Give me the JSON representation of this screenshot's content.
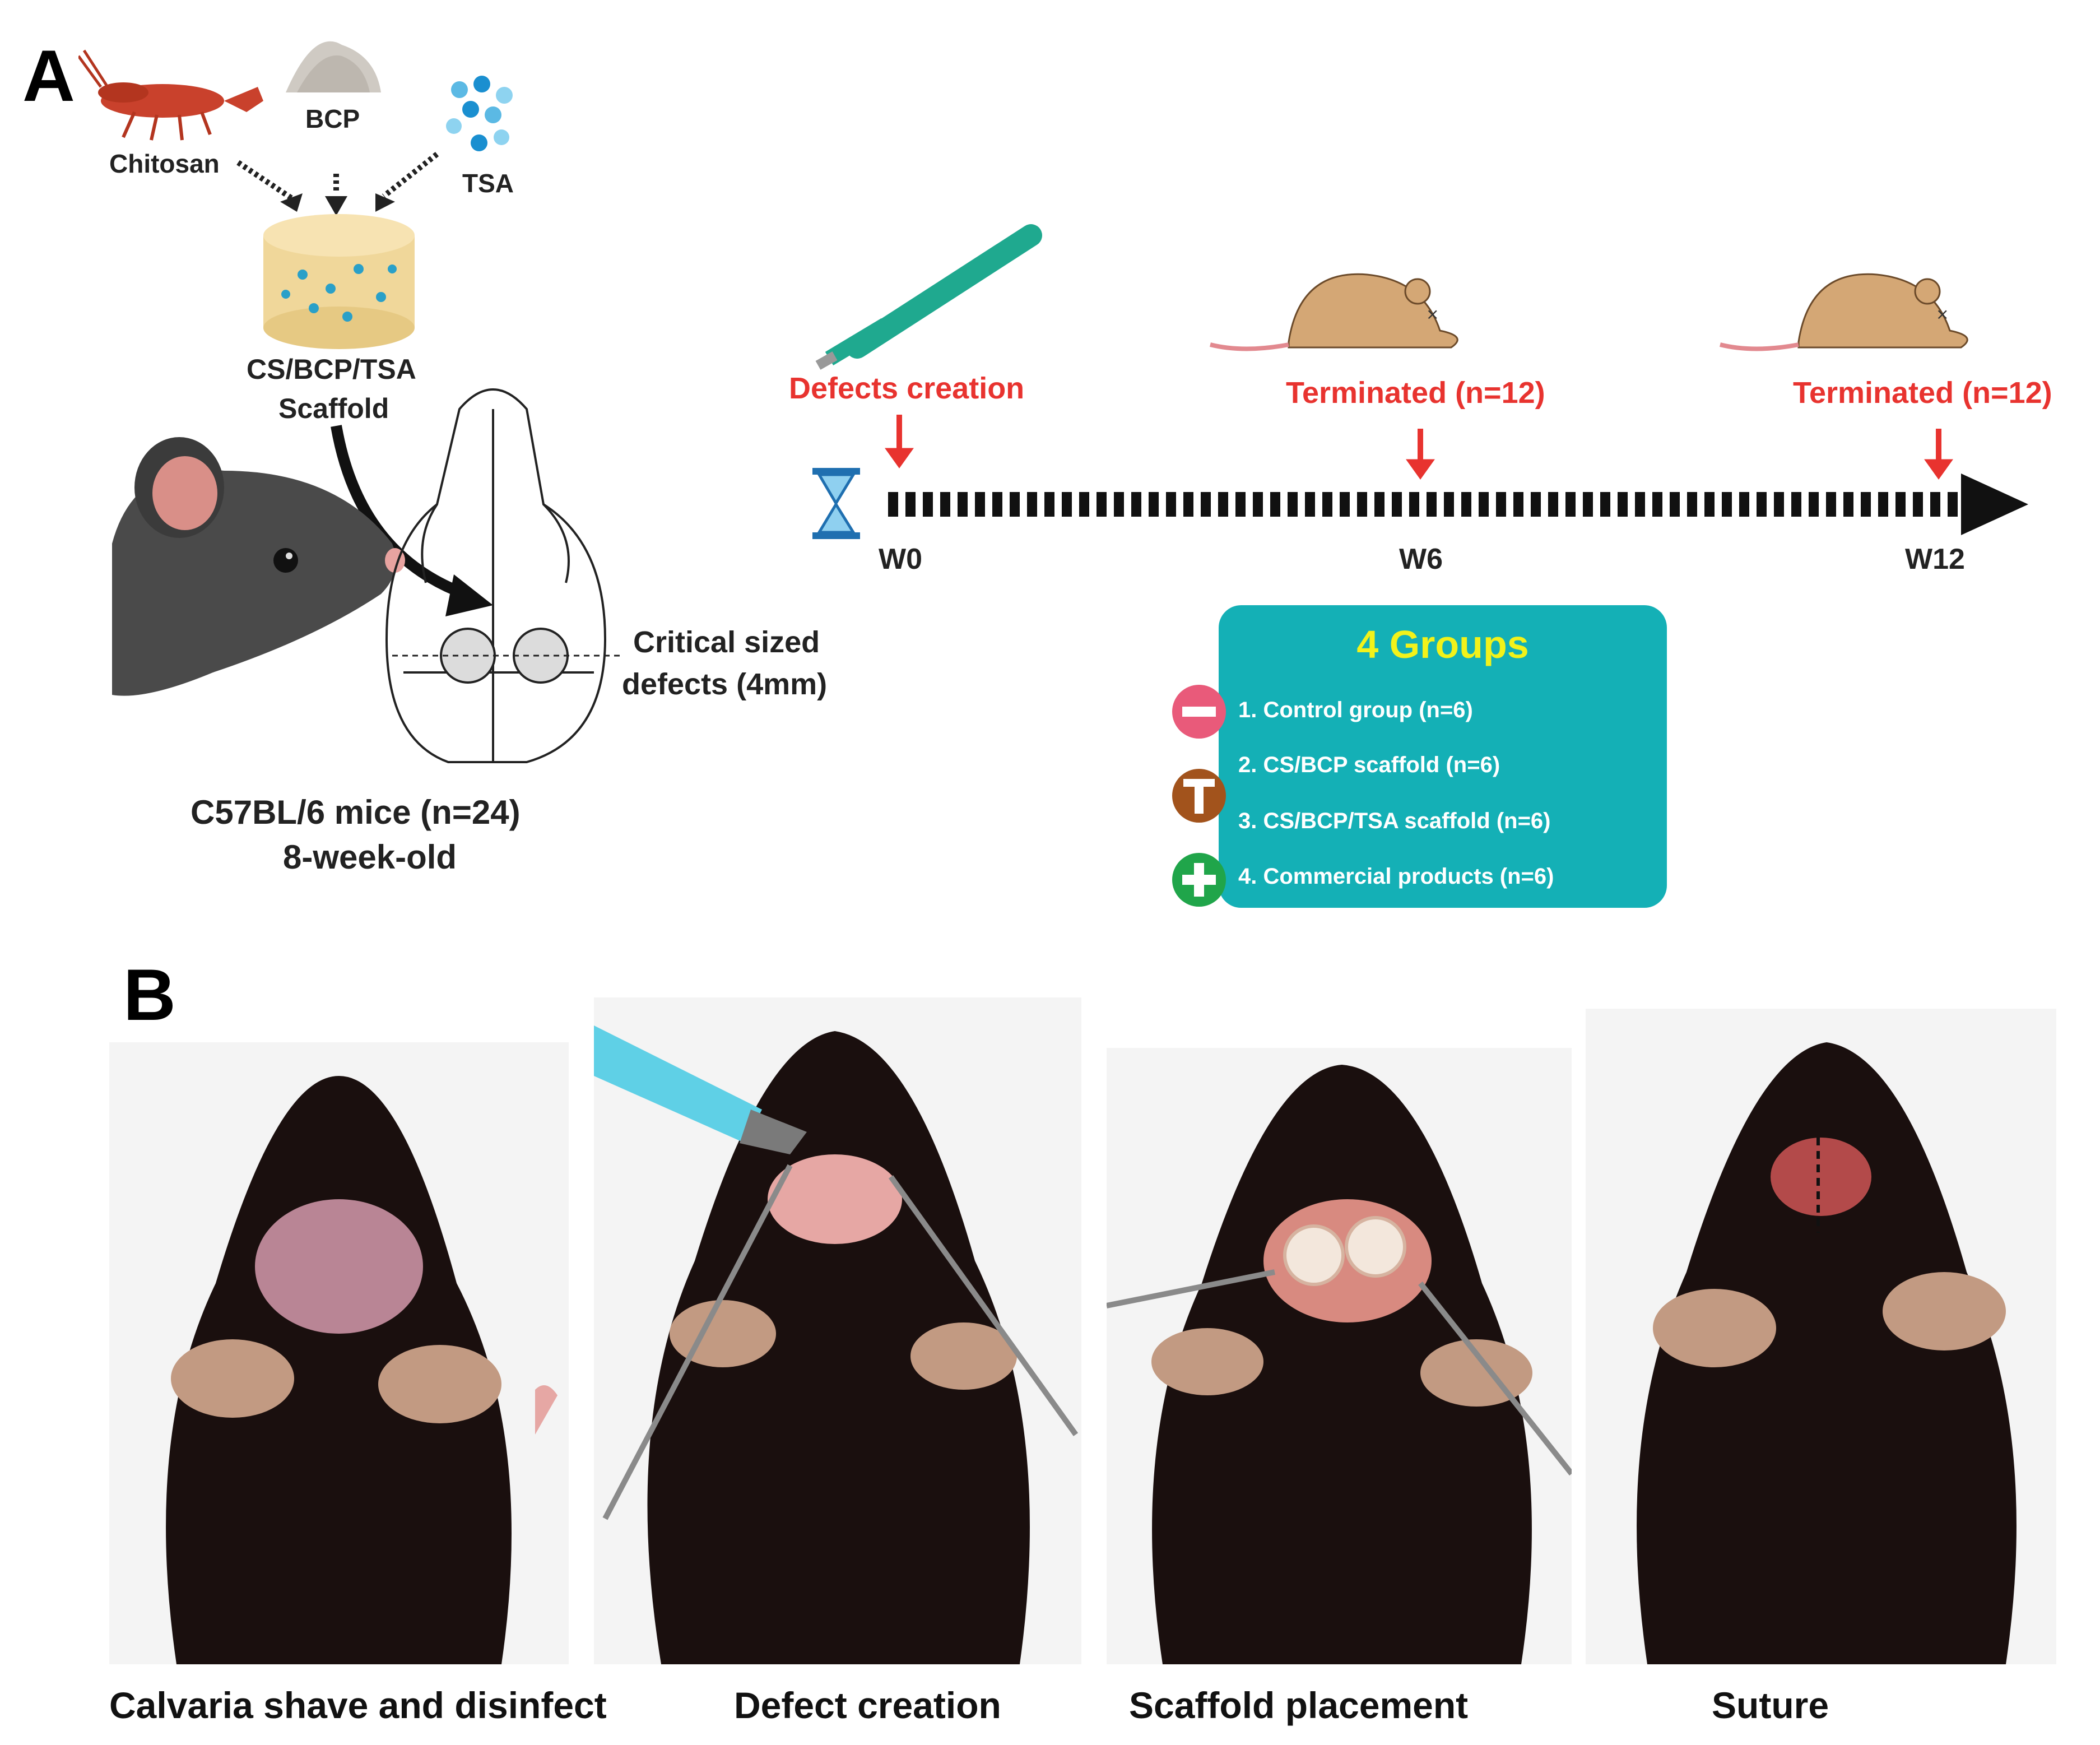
{
  "panel_a": {
    "letter": "A",
    "materials": {
      "chitosan": "Chitosan",
      "bcp": "BCP",
      "tsa": "TSA"
    },
    "scaffold_line1": "CS/BCP/TSA",
    "scaffold_line2": "Scaffold",
    "defect_line1": "Critical sized",
    "defect_line2": "defects (4mm)",
    "mice_line1": "C57BL/6 mice (n=24)",
    "mice_line2": "8-week-old",
    "timeline": {
      "defects_creation": "Defects creation",
      "terminated_w6": "Terminated (n=12)",
      "terminated_w12": "Terminated (n=12)",
      "w0": "W0",
      "w6": "W6",
      "w12": "W12"
    },
    "groups": {
      "title": "4 Groups",
      "items": [
        "1.   Control group (n=6)",
        "2.   CS/BCP scaffold (n=6)",
        "3.   CS/BCP/TSA scaffold (n=6)",
        "4.   Commercial products (n=6)"
      ],
      "badges": [
        "minus",
        "T",
        "plus"
      ],
      "colors": {
        "box": "#14b0b6",
        "title": "#f2f21a",
        "minus": "#e95a7a",
        "t": "#a2531c",
        "plus": "#20a54a"
      }
    }
  },
  "panel_b": {
    "letter": "B",
    "captions": [
      "Calvaria shave and disinfect",
      "Defect creation",
      "Scaffold placement",
      "Suture"
    ]
  }
}
